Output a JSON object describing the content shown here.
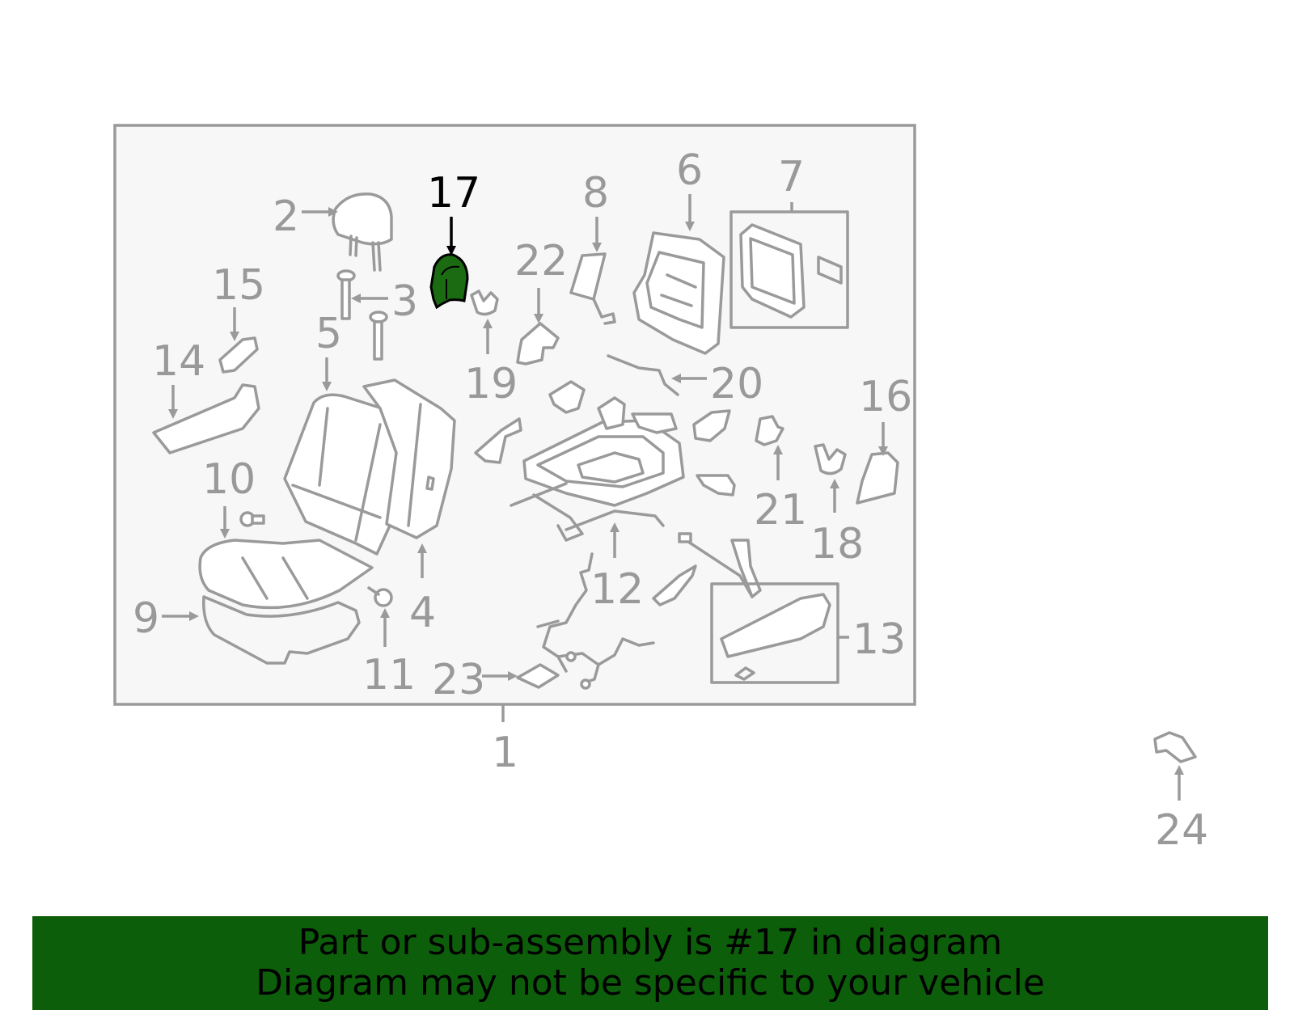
{
  "diagram": {
    "highlight_color": "#1a6b12",
    "highlighted_part": "17",
    "callouts": {
      "c1": "1",
      "c2": "2",
      "c3": "3",
      "c4": "4",
      "c5": "5",
      "c6": "6",
      "c7": "7",
      "c8": "8",
      "c9": "9",
      "c10": "10",
      "c11": "11",
      "c12": "12",
      "c13": "13",
      "c14": "14",
      "c15": "15",
      "c16": "16",
      "c17": "17",
      "c18": "18",
      "c19": "19",
      "c20": "20",
      "c21": "21",
      "c22": "22",
      "c23": "23",
      "c24": "24"
    }
  },
  "banner": {
    "line1": "Part or sub-assembly is #17 in diagram",
    "line2": "Diagram may not be specific to your vehicle",
    "background": "#0d5e0a"
  }
}
